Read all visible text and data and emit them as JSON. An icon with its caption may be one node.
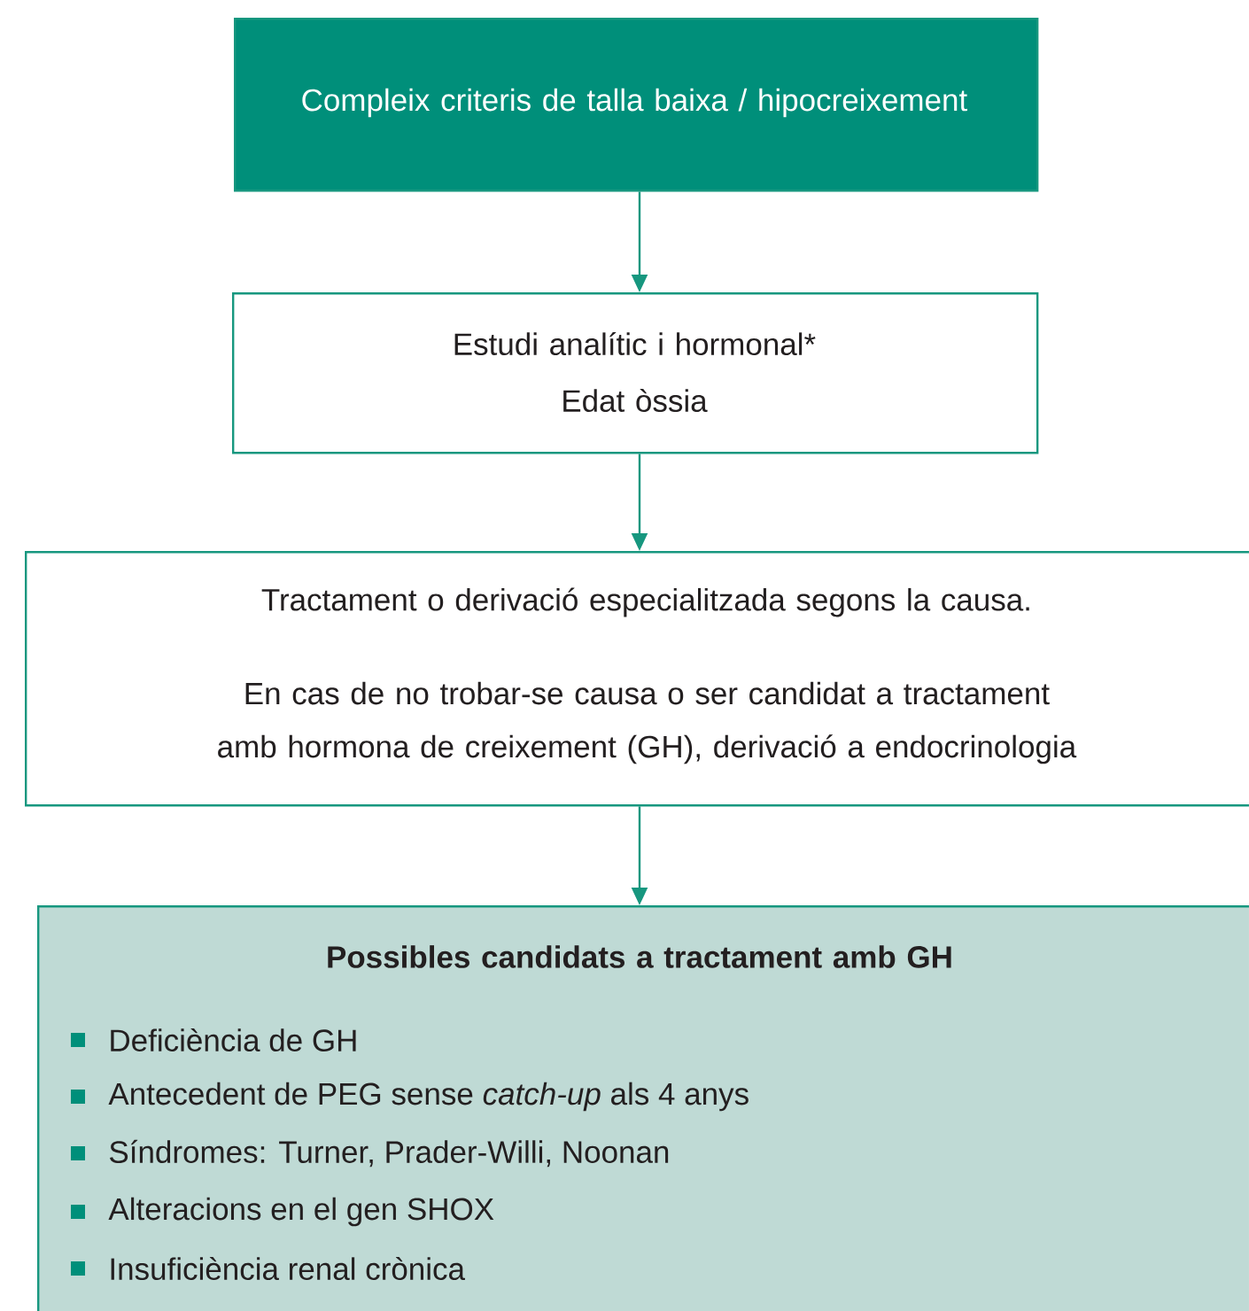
{
  "diagram": {
    "nodes": [
      {
        "text": [
          "Compleix criteris de talla baixa / hipocreixement"
        ]
      },
      {
        "text": [
          "Estudi analític i hormonal*",
          "Edat òssia"
        ]
      },
      {
        "text": [
          "Tractament o derivació especialitzada segons la causa.",
          "En cas de no trobar-se causa o ser candidat a tractament amb hormona de creixement (GH), derivació a endocrinologia"
        ]
      },
      {
        "text": [
          "Possibles candidats a tractament amb GH",
          "Deficiència de GH",
          "Antecedent de PEG sense *catch-up* als 4 anys",
          "Síndromes: Turner, Prader-Willi, Noonan",
          "Alteracions en el gen SHOX",
          "Insuficiència renal crònica"
        ]
      }
    ],
    "edges": [
      {
        "from": 0,
        "to": 1,
        "arrow": "to"
      },
      {
        "from": 1,
        "to": 2,
        "arrow": "to"
      },
      {
        "from": 2,
        "to": 3,
        "arrow": "to"
      }
    ]
  }
}
